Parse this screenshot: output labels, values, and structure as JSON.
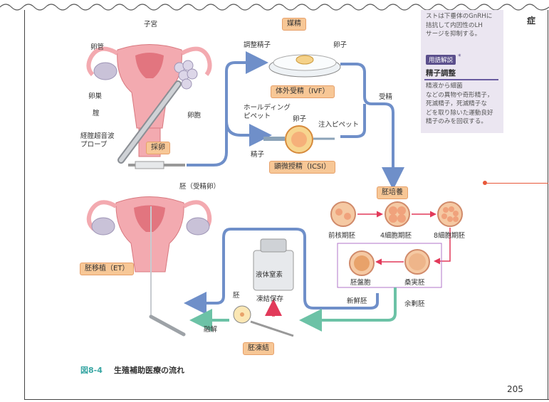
{
  "labels": {
    "uterus_top": "子宮",
    "fallopian": "卵管",
    "ovary": "卵巣",
    "vagina": "腟",
    "follicle": "卵胞",
    "probe": "経腟超音波\nプローブ",
    "egg_retrieval": "採卵",
    "insemination": "媒精",
    "adjusted_sperm": "調整精子",
    "egg_ivf": "卵子",
    "ivf": "体外受精（IVF）",
    "fertilization": "受精",
    "holding_pipette": "ホールディング\nピペット",
    "egg_icsi": "卵子",
    "injection_pipette": "注入ピペット",
    "sperm_icsi": "精子",
    "icsi": "顕微授精（ICSI）",
    "embryo_culture": "胚培養",
    "pronuclear": "前核期胚",
    "four_cell": "4細胞期胚",
    "eight_cell": "8細胞期胚",
    "blastocyst": "胚盤胞",
    "morula": "桑実胚",
    "fresh_embryo": "新鮮胚",
    "surplus_embryo": "余剰胚",
    "embryo_fertilized": "胚（受精卵）",
    "embryo_transfer": "胚移植（ET）",
    "liquid_nitrogen": "液体窒素",
    "cryopreservation": "凍結保存",
    "embryo_small": "胚",
    "thaw": "融解",
    "embryo_freezing": "胚凍結"
  },
  "sidebar": {
    "top_text": "ストは下垂体のGnRHに\n拮抗して内因性のLH\nサージを抑制する。",
    "keyword_badge": "用語解説",
    "keyword_mark": "*",
    "keyword_title": "精子調整",
    "keyword_body": "精液から細菌\nなどの異物や奇形精子，\n死滅精子，死滅精子な\nどを取り除いた運動良好\n精子のみを回収する。",
    "chapter": "症"
  },
  "caption": {
    "number": "図8-4",
    "title": "生殖補助医療の流れ"
  },
  "page_number": "205",
  "colors": {
    "flow_blue": "#6f8fc9",
    "flow_green": "#6cc2a6",
    "red_arrow": "#e23a5a",
    "tag_fill": "#f7c796",
    "uterus_pink": "#f3aab0"
  }
}
